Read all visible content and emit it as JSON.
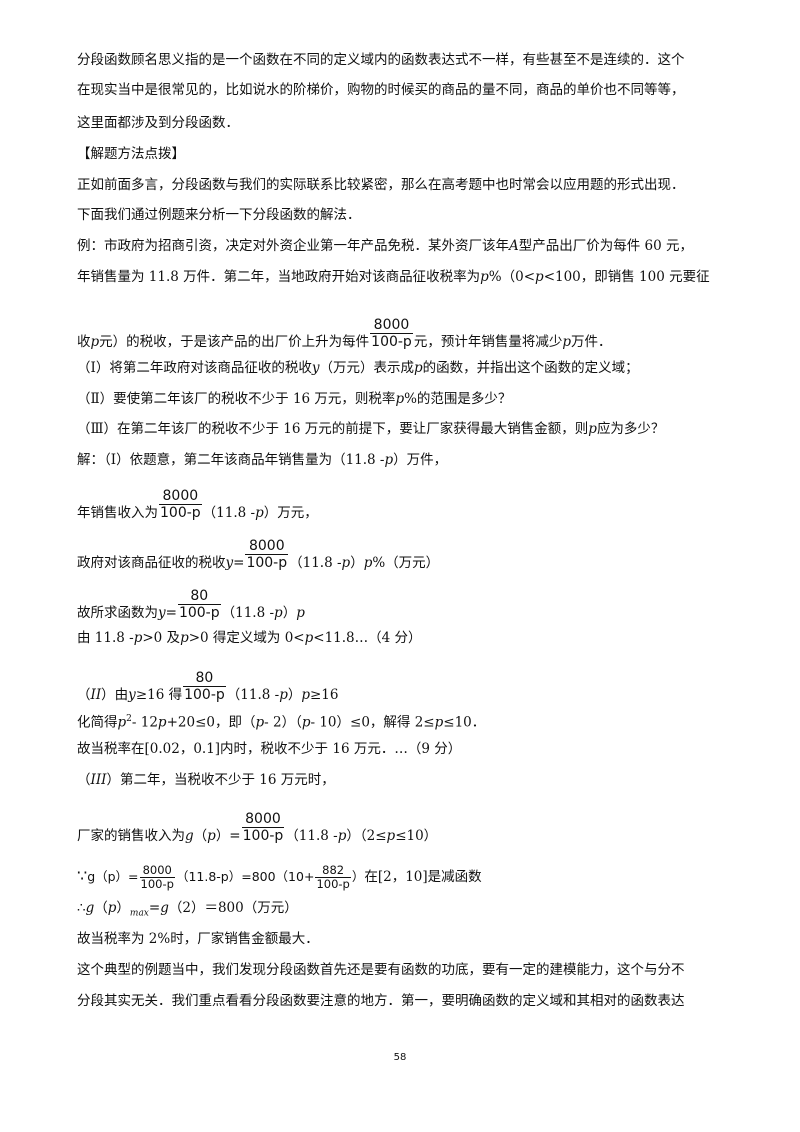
{
  "intro": {
    "l1": "分段函数顾名思义指的是一个函数在不同的定义域内的函数表达式不一样，有些甚至不是连续的．这个",
    "l2": "在现实当中是很常见的，比如说水的阶梯价，购物的时候买的商品的量不同，商品的单价也不同等等，",
    "l3": "这里面都涉及到分段函数．"
  },
  "method_header": "【解题方法点拨】",
  "method": {
    "l1": "正如前面多言，分段函数与我们的实际联系比较紧密，那么在高考题中也时常会以应用题的形式出现．",
    "l2": "下面我们通过例题来分析一下分段函数的解法．"
  },
  "example": {
    "l1a": "例：市政府为招商引资，决定对外资企业第一年产品免税．某外资厂该年",
    "l1b": "A",
    "l1c": "型产品出厂价为每件 60 元，",
    "l2a": "年销售量为 11.8 万件．第二年，当地政府开始对该商品征收税率为",
    "l2b": "p",
    "l2c": "%（0<",
    "l2d": "p",
    "l2e": "<100，即销售 100 元要征",
    "l3a": "收",
    "l3b": "p",
    "l3c": "元）的税收，于是该产品的出厂价上升为每件",
    "l3d": "元，预计年销售量将减少",
    "l3e": "p",
    "l3f": "万件．",
    "frac_num": "8000",
    "frac_den": "100-p"
  },
  "questions": {
    "q1a": "（Ⅰ）将第二年政府对该商品征收的税收",
    "q1b": "y",
    "q1c": "（万元）表示成",
    "q1d": "p",
    "q1e": "的函数，并指出这个函数的定义域；",
    "q2a": "（Ⅱ）要使第二年该厂的税收不少于 16 万元，则税率",
    "q2b": "p",
    "q2c": "%的范围是多少？",
    "q3a": "（Ⅲ）在第二年该厂的税收不少于 16 万元的前提下，要让厂家获得最大销售金额，则",
    "q3b": "p",
    "q3c": "应为多少？"
  },
  "solution": {
    "s1a": "解：（Ⅰ）依题意，第二年该商品年销售量为（11.8 -",
    "s1b": "p",
    "s1c": "）万件，",
    "s2a": "年销售收入为",
    "s2b": "（11.8 -",
    "s2c": "p",
    "s2d": "）万元，",
    "s3a": "政府对该商品征收的税收",
    "s3b": "y",
    "s3c": "=",
    "s3d": "（11.8 -",
    "s3e": "p",
    "s3f": "）",
    "s3g": "p",
    "s3h": "%（万元）",
    "s4a": "故所求函数为",
    "s4b": "y",
    "s4c": "=",
    "s4d": "（11.8 -",
    "s4e": "p",
    "s4f": "）",
    "s4g": "p",
    "s5a": "由 11.8 -",
    "s5b": "p",
    "s5c": ">0 及",
    "s5d": "p",
    "s5e": ">0 得定义域为 0<",
    "s5f": "p",
    "s5g": "<11.8…（4 分）",
    "s6a": "（",
    "s6b": "II",
    "s6c": "）由",
    "s6d": "y",
    "s6e": "≥16 得",
    "s6f": "（11.8 -",
    "s6g": "p",
    "s6h": "）",
    "s6i": "p",
    "s6j": "≥16",
    "s7a": "化简得",
    "s7b": "p",
    "s7c": "2",
    "s7d": "- 12",
    "s7e": "p",
    "s7f": "+20≤0，即（",
    "s7g": "p",
    "s7h": "- 2）（",
    "s7i": "p",
    "s7j": "- 10）≤0，解得 2≤",
    "s7k": "p",
    "s7l": "≤10．",
    "s8": "故当税率在[0.02，0.1]内时，税收不少于 16 万元．…（9 分）",
    "s9a": "（",
    "s9b": "III",
    "s9c": "）第二年，当税收不少于 16 万元时，",
    "s10a": "厂家的销售收入为",
    "s10b": "g",
    "s10c": "（",
    "s10d": "p",
    "s10e": "）=",
    "s10f": "（11.8 -",
    "s10g": "p",
    "s10h": "）（2≤",
    "s10i": "p",
    "s10j": "≤10）",
    "s11a": "∵",
    "s11b": "g（p）=",
    "s11c": "（11.8-p）=800（10+",
    "s11d": "）",
    "s11e": "在[2，10]是减函数",
    "s11_frac2_num": "882",
    "s12a": "∴",
    "s12b": "g",
    "s12c": "（",
    "s12d": "p",
    "s12e": "）",
    "s12f": "max",
    "s12g": "=",
    "s12h": "g",
    "s12i": "（2）＝800（万元）",
    "s13": "故当税率为 2%时，厂家销售金额最大．",
    "frac80": "80"
  },
  "closing": {
    "l1": "这个典型的例题当中，我们发现分段函数首先还是要有函数的功底，要有一定的建模能力，这个与分不",
    "l2": "分段其实无关．我们重点看看分段函数要注意的地方．第一，要明确函数的定义域和其相对的函数表达"
  },
  "page_number": "58"
}
